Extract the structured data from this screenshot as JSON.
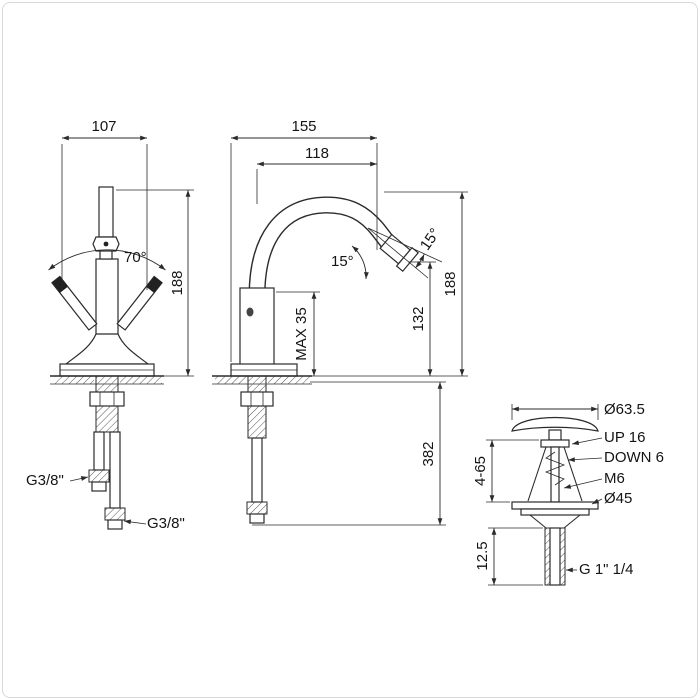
{
  "colors": {
    "line": "#2b2b2b",
    "background": "#ffffff"
  },
  "views": {
    "mixer_front": {
      "width": "107",
      "handle_swing": "70°",
      "height": "188",
      "left_inlet_thread": "G3/8\"",
      "right_inlet_thread": "G3/8\""
    },
    "mixer_side": {
      "overall_reach": "155",
      "spout_reach": "118",
      "spout_tilt": "15°",
      "nozzle_tilt": "15°",
      "max_deck_thickness": "MAX 35",
      "spout_height": "132",
      "overall_height": "188",
      "hose_length": "382"
    },
    "waste": {
      "cap_diameter": "Ø63.5",
      "up_stroke": "UP 16",
      "down_stroke": "DOWN 6",
      "screw_thread": "M6",
      "body_diameter": "Ø45",
      "adjustment_range": "4-65",
      "flange_height": "12.5",
      "outlet_thread": "G 1\" 1/4"
    }
  }
}
